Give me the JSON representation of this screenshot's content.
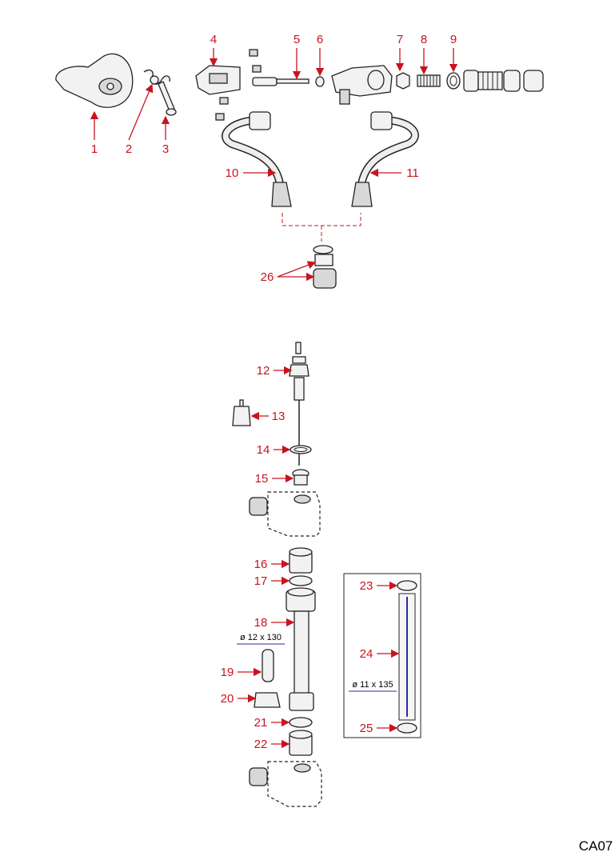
{
  "diagram": {
    "code": "CA07",
    "colors": {
      "callout": "#c8141e",
      "dimension_line": "#2a2aa8",
      "outline": "#222222"
    },
    "callouts": [
      "1",
      "2",
      "3",
      "4",
      "5",
      "6",
      "7",
      "8",
      "9",
      "10",
      "11",
      "12",
      "13",
      "14",
      "15",
      "16",
      "17",
      "18",
      "19",
      "20",
      "21",
      "22",
      "23",
      "24",
      "25",
      "26"
    ],
    "dimensions": {
      "tube_12": "ø 12 x 130",
      "tube_11": "ø 11 x 135"
    }
  }
}
